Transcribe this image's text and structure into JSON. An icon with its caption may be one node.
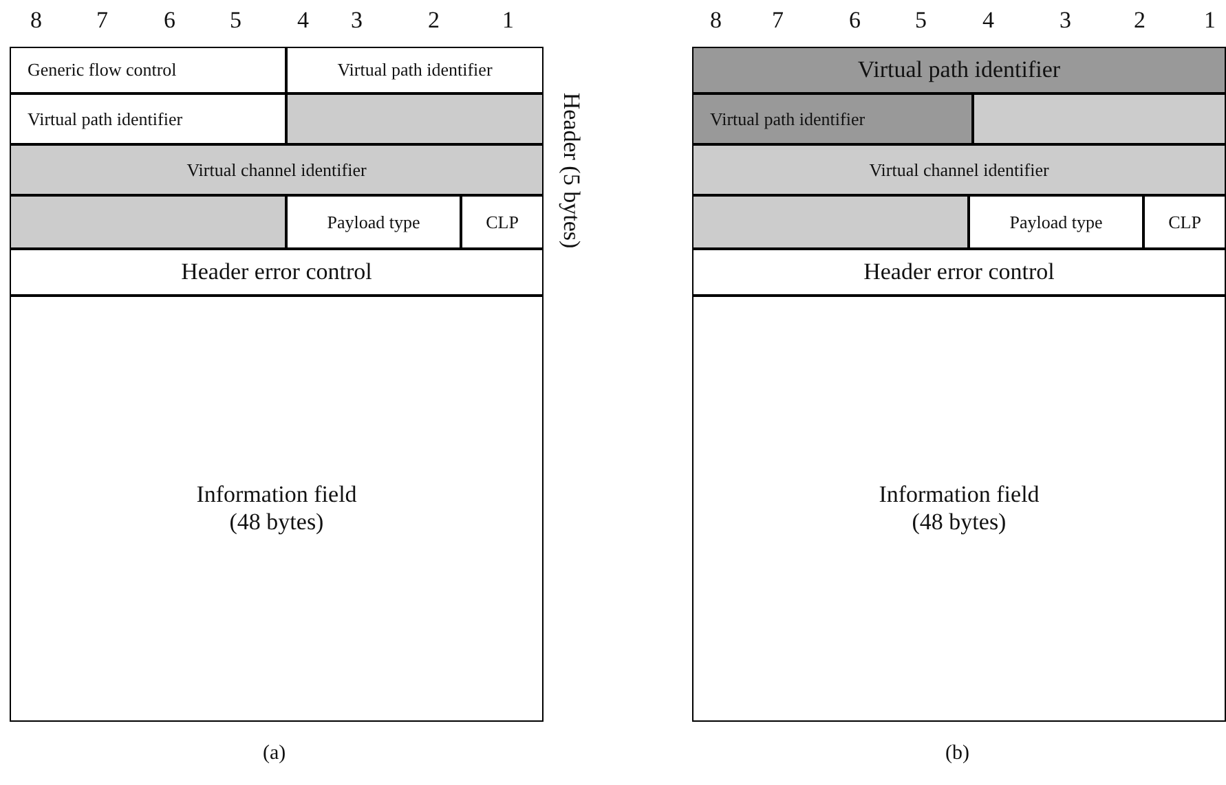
{
  "diagram": {
    "nodes": [
      {
        "text": [
          "Generic flow control"
        ]
      },
      {
        "text": [
          "Virtual path identifier"
        ]
      },
      {
        "text": [
          "Virtual path identifier"
        ]
      },
      {
        "text": [],
        "shape": "box"
      },
      {
        "text": [
          "Virtual channel identifier"
        ]
      },
      {
        "text": [],
        "shape": "box"
      },
      {
        "text": [
          "Payload type"
        ]
      },
      {
        "text": [
          "CLP"
        ]
      },
      {
        "text": [
          "Header error control"
        ]
      },
      {
        "text": [
          "Information field (48 bytes)"
        ]
      },
      {
        "text": [
          "Virtual path identifier"
        ]
      },
      {
        "text": [
          "Virtual path identifier"
        ]
      },
      {
        "text": [],
        "shape": "box"
      },
      {
        "text": [
          "Virtual channel identifier"
        ]
      },
      {
        "text": [],
        "shape": "box"
      },
      {
        "text": [
          "Payload type"
        ]
      },
      {
        "text": [
          "CLP"
        ]
      },
      {
        "text": [
          "Header error control"
        ]
      },
      {
        "text": [
          "Information field (48 bytes)"
        ]
      }
    ],
    "edges": [],
    "labels": [
      "8",
      "7",
      "6",
      "5",
      "4",
      "3",
      "2",
      "1",
      "8",
      "7",
      "6",
      "5",
      "4",
      "3",
      "2",
      "1",
      "Header (5 bytes)",
      "(a)",
      "(b)"
    ]
  }
}
